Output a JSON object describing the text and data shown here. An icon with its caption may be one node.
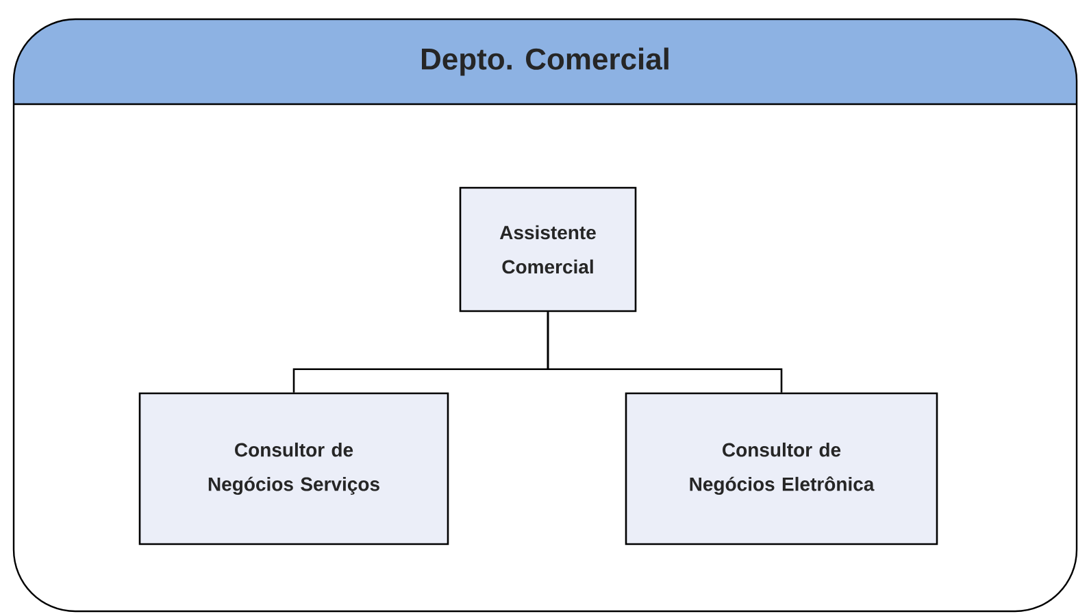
{
  "diagram": {
    "nodes": [
      {
        "text": [
          "Depto. Comercial"
        ]
      },
      {
        "text": [
          "Assistente Comercial"
        ],
        "in": 0
      },
      {
        "text": [
          "Consultor de Negócios Serviços"
        ],
        "in": 0
      },
      {
        "text": [
          "Consultor de Negócios Eletrônica"
        ],
        "in": 0
      }
    ],
    "edges": [
      {
        "from": 1,
        "to": 2,
        "arrow": "none"
      },
      {
        "from": 1,
        "to": 3,
        "arrow": "none"
      }
    ]
  }
}
